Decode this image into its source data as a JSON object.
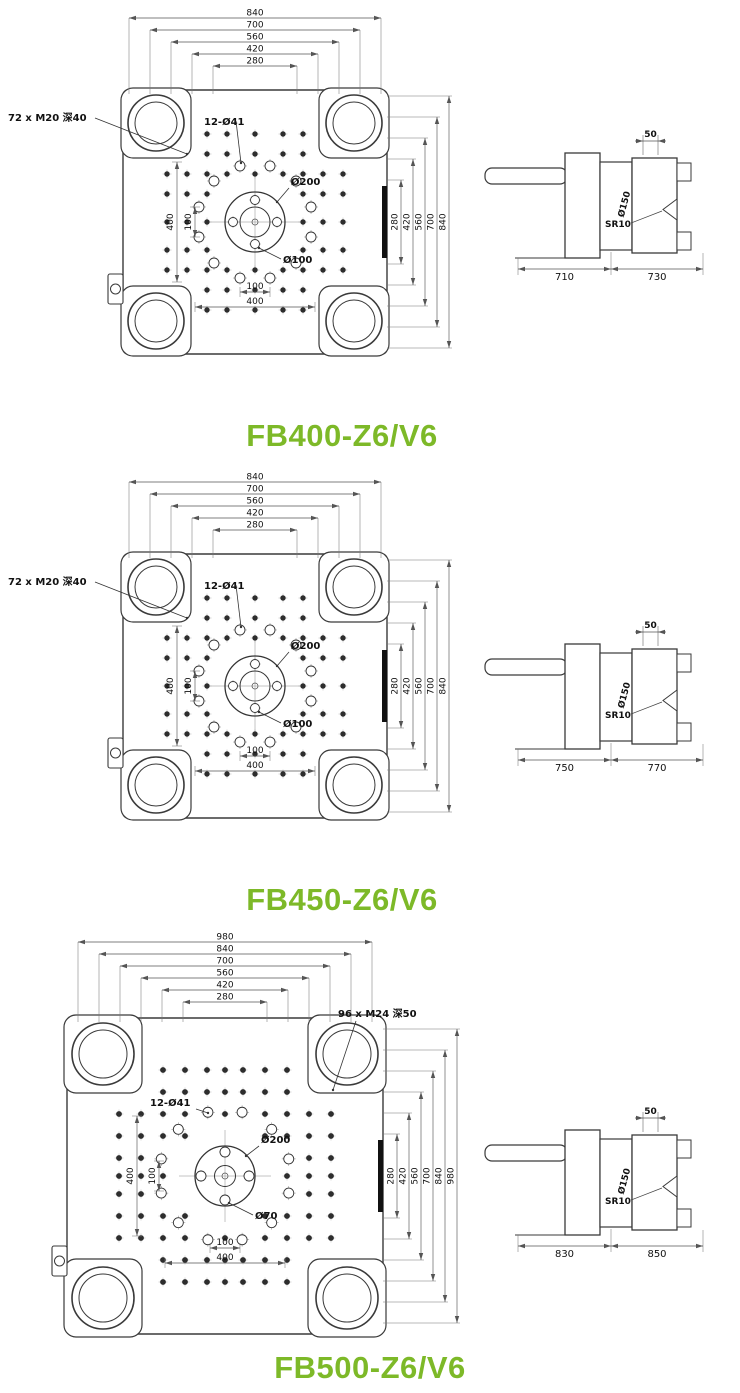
{
  "page": {
    "background": "#ffffff",
    "accent": "#7DB928",
    "line": "#3a3a3a"
  },
  "machines": [
    {
      "id": "fb400",
      "title": "FB400-Z6/V6",
      "front_view": {
        "dims_top": [
          "840",
          "700",
          "560",
          "420",
          "280"
        ],
        "dims_right": [
          "280",
          "420",
          "560",
          "700",
          "840"
        ],
        "dims_left": [
          "400",
          "100"
        ],
        "dims_bottom": [
          "100",
          "400"
        ],
        "tapped_holes_label": "72 x M20 深40",
        "ejector_holes_label": "12-Ø41",
        "locating_ring_label": "Ø200",
        "center_hole_label": "Ø100"
      },
      "side_view": {
        "nozzle_dim": "50",
        "diameter_label": "Ø150",
        "sphere_radius_label": "SR10",
        "bottom_dims": [
          "710",
          "730"
        ]
      }
    },
    {
      "id": "fb450",
      "title": "FB450-Z6/V6",
      "front_view": {
        "dims_top": [
          "840",
          "700",
          "560",
          "420",
          "280"
        ],
        "dims_right": [
          "280",
          "420",
          "560",
          "700",
          "840"
        ],
        "dims_left": [
          "400",
          "100"
        ],
        "dims_bottom": [
          "100",
          "400"
        ],
        "tapped_holes_label": "72 x M20 深40",
        "ejector_holes_label": "12-Ø41",
        "locating_ring_label": "Ø200",
        "center_hole_label": "Ø100"
      },
      "side_view": {
        "nozzle_dim": "50",
        "diameter_label": "Ø150",
        "sphere_radius_label": "SR10",
        "bottom_dims": [
          "750",
          "770"
        ]
      }
    },
    {
      "id": "fb500",
      "title": "FB500-Z6/V6",
      "front_view": {
        "dims_top": [
          "980",
          "840",
          "700",
          "560",
          "420",
          "280"
        ],
        "dims_right": [
          "280",
          "420",
          "560",
          "700",
          "840",
          "980"
        ],
        "dims_left": [
          "400",
          "100"
        ],
        "dims_bottom": [
          "100",
          "400"
        ],
        "tapped_holes_label": "96 x M24 深50",
        "ejector_holes_label": "12-Ø41",
        "locating_ring_label": "Ø200",
        "center_hole_label": "Ø70"
      },
      "side_view": {
        "nozzle_dim": "50",
        "diameter_label": "Ø150",
        "sphere_radius_label": "SR10",
        "bottom_dims": [
          "830",
          "850"
        ]
      }
    }
  ]
}
